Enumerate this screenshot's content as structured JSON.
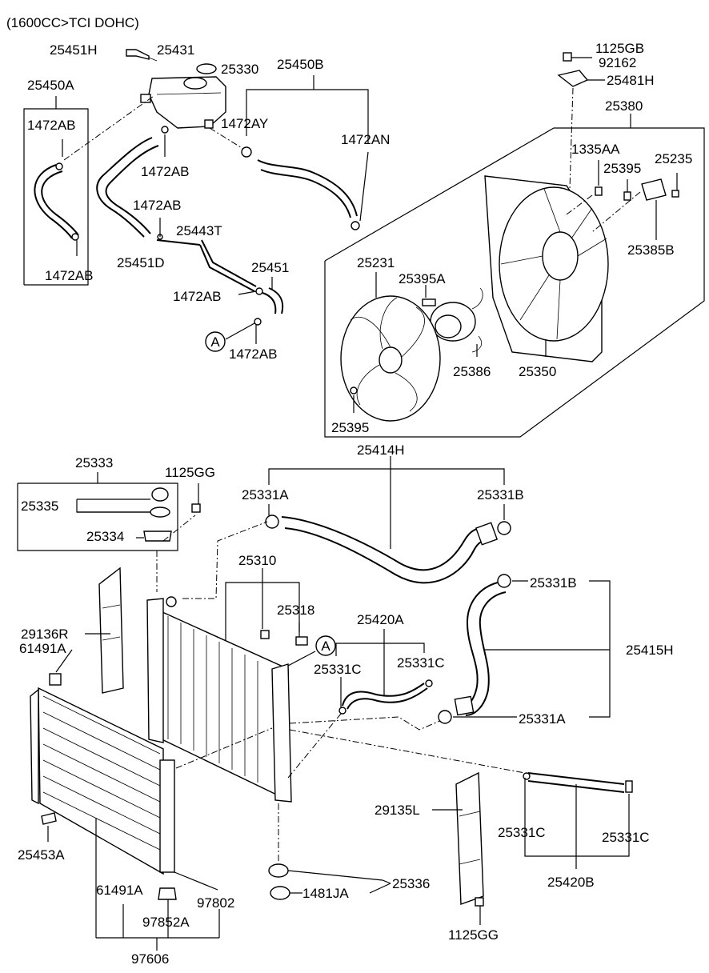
{
  "diagram": {
    "header": "(1600CC>TCI DOHC)",
    "callout_letter": "A",
    "labels": [
      {
        "key": "p25451H",
        "text": "25451H"
      },
      {
        "key": "p25431",
        "text": "25431"
      },
      {
        "key": "p25330",
        "text": "25330"
      },
      {
        "key": "p25450B",
        "text": "25450B"
      },
      {
        "key": "p1125GB",
        "text": "1125GB"
      },
      {
        "key": "p92162",
        "text": "92162"
      },
      {
        "key": "p25481H",
        "text": "25481H"
      },
      {
        "key": "p25450A",
        "text": "25450A"
      },
      {
        "key": "p1472AB_a",
        "text": "1472AB"
      },
      {
        "key": "p1472AY",
        "text": "1472AY"
      },
      {
        "key": "p1472AN",
        "text": "1472AN"
      },
      {
        "key": "p25380",
        "text": "25380"
      },
      {
        "key": "p1472AB_b",
        "text": "1472AB"
      },
      {
        "key": "p1335AA",
        "text": "1335AA"
      },
      {
        "key": "p25235",
        "text": "25235"
      },
      {
        "key": "p25395_a",
        "text": "25395"
      },
      {
        "key": "p1472AB_c",
        "text": "1472AB"
      },
      {
        "key": "p25443T",
        "text": "25443T"
      },
      {
        "key": "p25451D",
        "text": "25451D"
      },
      {
        "key": "p25385B",
        "text": "25385B"
      },
      {
        "key": "p25231",
        "text": "25231"
      },
      {
        "key": "p25451",
        "text": "25451"
      },
      {
        "key": "p25395A",
        "text": "25395A"
      },
      {
        "key": "p1472AB_d",
        "text": "1472AB"
      },
      {
        "key": "p1472AB_e",
        "text": "1472AB"
      },
      {
        "key": "p1472AB_f",
        "text": "1472AB"
      },
      {
        "key": "p25386",
        "text": "25386"
      },
      {
        "key": "p25350",
        "text": "25350"
      },
      {
        "key": "p25395_b",
        "text": "25395"
      },
      {
        "key": "p25414H",
        "text": "25414H"
      },
      {
        "key": "p25333",
        "text": "25333"
      },
      {
        "key": "p1125GG_a",
        "text": "1125GG"
      },
      {
        "key": "p25331A_a",
        "text": "25331A"
      },
      {
        "key": "p25331B_a",
        "text": "25331B"
      },
      {
        "key": "p25335",
        "text": "25335"
      },
      {
        "key": "p25334",
        "text": "25334"
      },
      {
        "key": "p25310",
        "text": "25310"
      },
      {
        "key": "p25331B_b",
        "text": "25331B"
      },
      {
        "key": "p25318",
        "text": "25318"
      },
      {
        "key": "p25420A",
        "text": "25420A"
      },
      {
        "key": "p29136R",
        "text": "29136R"
      },
      {
        "key": "p61491A_a",
        "text": "61491A"
      },
      {
        "key": "p25331C_a",
        "text": "25331C"
      },
      {
        "key": "p25331C_b",
        "text": "25331C"
      },
      {
        "key": "p25415H",
        "text": "25415H"
      },
      {
        "key": "p25331A_b",
        "text": "25331A"
      },
      {
        "key": "p29135L",
        "text": "29135L"
      },
      {
        "key": "p25331C_c",
        "text": "25331C"
      },
      {
        "key": "p25331C_d",
        "text": "25331C"
      },
      {
        "key": "p25453A",
        "text": "25453A"
      },
      {
        "key": "p25420B",
        "text": "25420B"
      },
      {
        "key": "p25336",
        "text": "25336"
      },
      {
        "key": "p61491A_b",
        "text": "61491A"
      },
      {
        "key": "p97802",
        "text": "97802"
      },
      {
        "key": "p1481JA",
        "text": "1481JA"
      },
      {
        "key": "p97852A",
        "text": "97852A"
      },
      {
        "key": "p1125GG_b",
        "text": "1125GG"
      },
      {
        "key": "p97606",
        "text": "97606"
      }
    ]
  }
}
